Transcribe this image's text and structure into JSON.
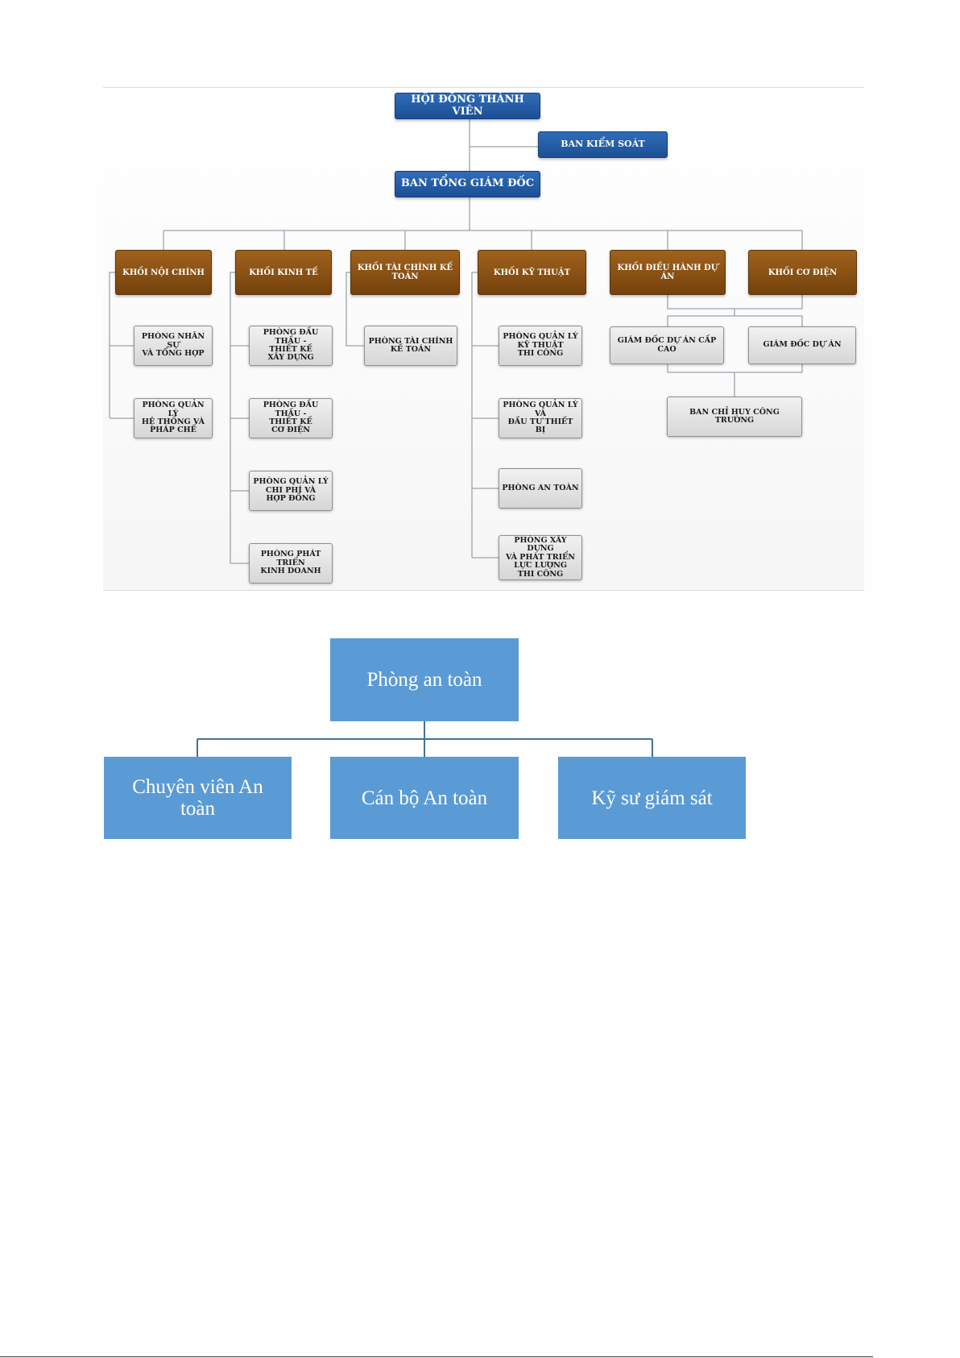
{
  "org_chart": {
    "board": "HỘI ĐỒNG THÀNH VIÊN",
    "supervisory": "BAN KIỂM SOÁT",
    "general_directors": "BAN TỔNG GIÁM ĐỐC",
    "divisions": [
      {
        "name": "KHỐI NỘI CHÍNH",
        "units": [
          "PHÒNG NHÂN SỰ\nVÀ TỔNG HỢP",
          "PHÒNG QUẢN LÝ\nHỆ THỐNG VÀ\nPHÁP CHẾ"
        ]
      },
      {
        "name": "KHỐI KINH TẾ",
        "units": [
          "PHÒNG ĐẤU THẦU -\nTHIẾT KẾ\nXÂY DỰNG",
          "PHÒNG ĐẤU THẦU -\nTHIẾT KẾ\nCƠ ĐIỆN",
          "PHÒNG QUẢN LÝ\nCHI PHÍ VÀ\nHỢP ĐỒNG",
          "PHÒNG PHÁT TRIỂN\nKINH DOANH"
        ]
      },
      {
        "name": "KHỐI TÀI CHÍNH KẾ TOÁN",
        "units": [
          "PHÒNG TÀI CHÍNH\nKẾ TOÁN"
        ]
      },
      {
        "name": "KHỐI KỸ THUẬT",
        "units": [
          "PHÒNG QUẢN LÝ\nKỸ THUẬT\nTHI CÔNG",
          "PHÒNG QUẢN LÝ VÀ\nĐẦU TƯ THIẾT BỊ",
          "PHÒNG AN TOÀN",
          "PHÒNG XÂY DỰNG\nVÀ PHÁT TRIỂN\nLỰC LƯỢNG\nTHI CÔNG"
        ]
      },
      {
        "name": "KHỐI ĐIỀU HÀNH DỰ ÁN"
      },
      {
        "name": "KHỐI CƠ ĐIỆN"
      }
    ],
    "project_units": [
      "GIÁM ĐỐC DỰ ÁN CẤP CAO",
      "GIÁM ĐỐC DỰ ÁN",
      "BAN CHỈ HUY CÔNG TRƯỜNG"
    ]
  },
  "safety_chart": {
    "root": "Phòng an toàn",
    "children": [
      "Chuyên viên An\ntoàn",
      "Cán bộ An toàn",
      "Kỹ sư giám sát"
    ]
  },
  "colors": {
    "top_box": "#1f5aa6",
    "division_box": "#8b5215",
    "unit_box": "#e2e2e2",
    "safety_box": "#5b9bd5",
    "connector": "#41719c"
  }
}
